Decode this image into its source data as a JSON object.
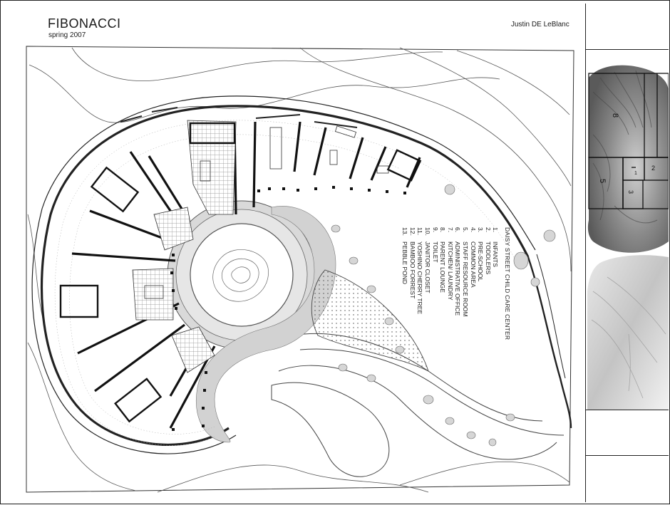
{
  "header": {
    "title": "FIBONACCI",
    "subtitle": "spring 2007",
    "author": "Justin DE LeBlanc"
  },
  "legend": {
    "title": "DAISY STREET CHILD CARE CENTER",
    "items": [
      {
        "num": "1.",
        "label": "INFANTS"
      },
      {
        "num": "2.",
        "label": "TODDLERS"
      },
      {
        "num": "3.",
        "label": "PRE-SCHOOL"
      },
      {
        "num": "4.",
        "label": "COMMON AREA"
      },
      {
        "num": "5.",
        "label": "STAFF RESOURCE ROOM"
      },
      {
        "num": "6.",
        "label": "ADMINISTRATIVE OFFICE"
      },
      {
        "num": "7.",
        "label": "KITCHEN/ LAUNDRY"
      },
      {
        "num": "8.",
        "label": "PARENT LOUNGE"
      },
      {
        "num": "9.",
        "label": "TOILET"
      },
      {
        "num": "10.",
        "label": "JANITOR CLOSET"
      },
      {
        "num": "11.",
        "label": "YOSHINO CHERRY TREE"
      },
      {
        "num": "12.",
        "label": "BAMBOO FORREST"
      },
      {
        "num": "13.",
        "label": "PEBBLE POND"
      }
    ]
  },
  "fibonacci_panel": {
    "labels": [
      "8",
      "5",
      "2",
      "1",
      "3"
    ]
  },
  "colors": {
    "line": "#222222",
    "hatch": "#9a9a9a",
    "stone": "#cfcfcf",
    "shell": "#7d7d7d"
  }
}
